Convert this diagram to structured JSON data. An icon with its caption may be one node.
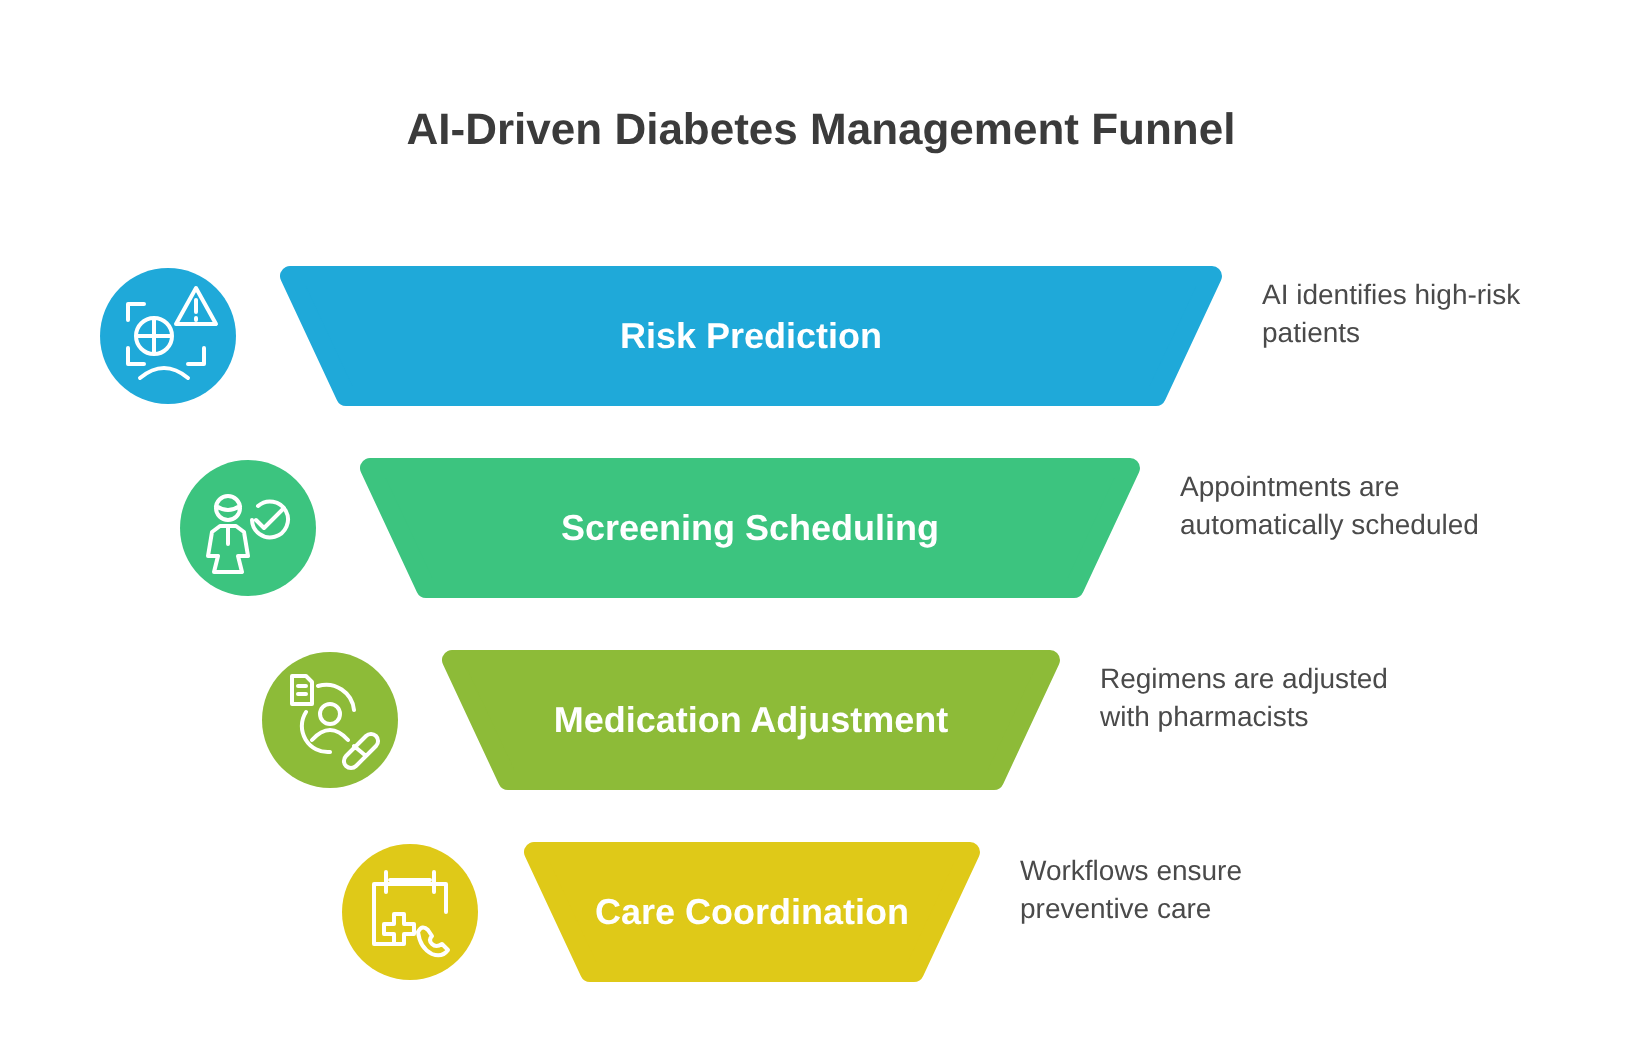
{
  "diagram": {
    "title": "AI-Driven Diabetes Management Funnel",
    "nodes": [
      {
        "text": [
          "Risk Prediction"
        ],
        "beside": [
          "AI identifies high-risk patients"
        ]
      },
      {
        "text": [
          "Screening Scheduling"
        ],
        "beside": [
          "Appointments are automatically scheduled"
        ]
      },
      {
        "text": [
          "Medication Adjustment"
        ],
        "beside": [
          "Regimens are adjusted with pharmacists"
        ]
      },
      {
        "text": [
          "Care Coordination"
        ],
        "beside": [
          "Workflows ensure preventive care"
        ]
      }
    ]
  }
}
